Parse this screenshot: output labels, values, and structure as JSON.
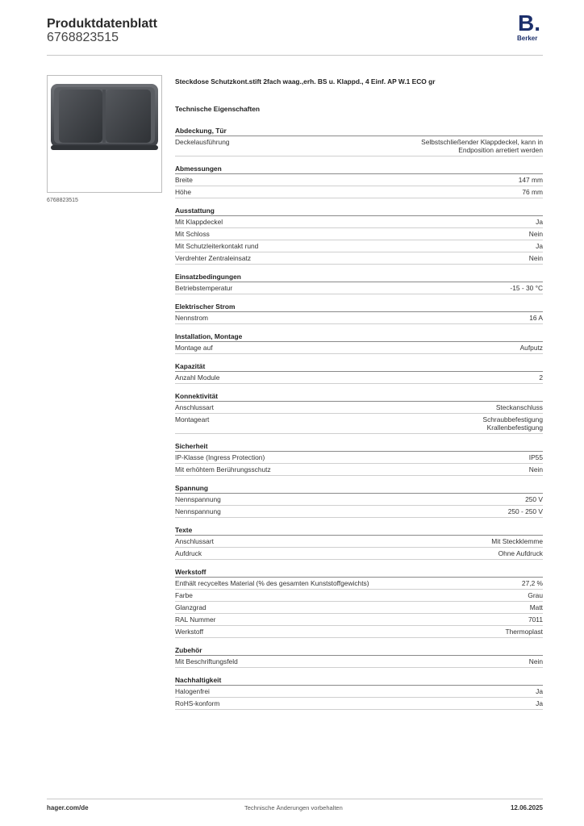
{
  "header": {
    "title": "Produktdatenblatt",
    "article_number": "6768823515",
    "logo_letter": "B.",
    "logo_word": "Berker"
  },
  "product": {
    "image_caption": "6768823515",
    "title": "Steckdose Schutzkont.stift 2fach waag.,erh. BS u. Klappd., 4 Einf. AP W.1 ECO gr",
    "tech_heading": "Technische Eigenschaften"
  },
  "sections": [
    {
      "title": "Abdeckung, Tür",
      "rows": [
        {
          "label": "Deckelausführung",
          "value": "Selbstschließender Klappdeckel, kann in",
          "value2": "Endposition arretiert werden"
        }
      ]
    },
    {
      "title": "Abmessungen",
      "rows": [
        {
          "label": "Breite",
          "value": "147 mm"
        },
        {
          "label": "Höhe",
          "value": "76 mm"
        }
      ]
    },
    {
      "title": "Ausstattung",
      "rows": [
        {
          "label": "Mit Klappdeckel",
          "value": "Ja"
        },
        {
          "label": "Mit Schloss",
          "value": "Nein"
        },
        {
          "label": "Mit Schutzleiterkontakt rund",
          "value": "Ja"
        },
        {
          "label": "Verdrehter Zentraleinsatz",
          "value": "Nein"
        }
      ]
    },
    {
      "title": "Einsatzbedingungen",
      "rows": [
        {
          "label": "Betriebstemperatur",
          "value": "-15 - 30 °C"
        }
      ]
    },
    {
      "title": "Elektrischer Strom",
      "rows": [
        {
          "label": "Nennstrom",
          "value": "16 A"
        }
      ]
    },
    {
      "title": "Installation, Montage",
      "rows": [
        {
          "label": "Montage auf",
          "value": "Aufputz"
        }
      ]
    },
    {
      "title": "Kapazität",
      "rows": [
        {
          "label": "Anzahl Module",
          "value": "2"
        }
      ]
    },
    {
      "title": "Konnektivität",
      "rows": [
        {
          "label": "Anschlussart",
          "value": "Steckanschluss"
        },
        {
          "label": "Montageart",
          "value": "Schraubbefestigung",
          "value2": "Krallenbefestigung"
        }
      ]
    },
    {
      "title": "Sicherheit",
      "rows": [
        {
          "label": "IP-Klasse (Ingress Protection)",
          "value": "IP55"
        },
        {
          "label": "Mit erhöhtem Berührungsschutz",
          "value": "Nein"
        }
      ]
    },
    {
      "title": "Spannung",
      "rows": [
        {
          "label": "Nennspannung",
          "value": "250 V"
        },
        {
          "label": "Nennspannung",
          "value": "250 - 250 V"
        }
      ]
    },
    {
      "title": "Texte",
      "rows": [
        {
          "label": "Anschlussart",
          "value": "Mit Steckklemme"
        },
        {
          "label": "Aufdruck",
          "value": "Ohne Aufdruck"
        }
      ]
    },
    {
      "title": "Werkstoff",
      "rows": [
        {
          "label": "Enthält recyceltes Material (% des gesamten Kunststoffgewichts)",
          "value": "27,2 %"
        },
        {
          "label": "Farbe",
          "value": "Grau"
        },
        {
          "label": "Glanzgrad",
          "value": "Matt"
        },
        {
          "label": "RAL Nummer",
          "value": "7011"
        },
        {
          "label": "Werkstoff",
          "value": "Thermoplast"
        }
      ]
    },
    {
      "title": "Zubehör",
      "rows": [
        {
          "label": "Mit Beschriftungsfeld",
          "value": "Nein"
        }
      ]
    },
    {
      "title": "Nachhaltigkeit",
      "rows": [
        {
          "label": "Halogenfrei",
          "value": "Ja"
        },
        {
          "label": "RoHS-konform",
          "value": "Ja"
        }
      ]
    }
  ],
  "footer": {
    "left": "hager.com/de",
    "center": "Technische Änderungen vorbehalten",
    "right": "12.06.2025"
  },
  "colors": {
    "brand": "#1c2f6b",
    "device_body": "#4a4d52",
    "device_cover": "#3a3d42"
  }
}
